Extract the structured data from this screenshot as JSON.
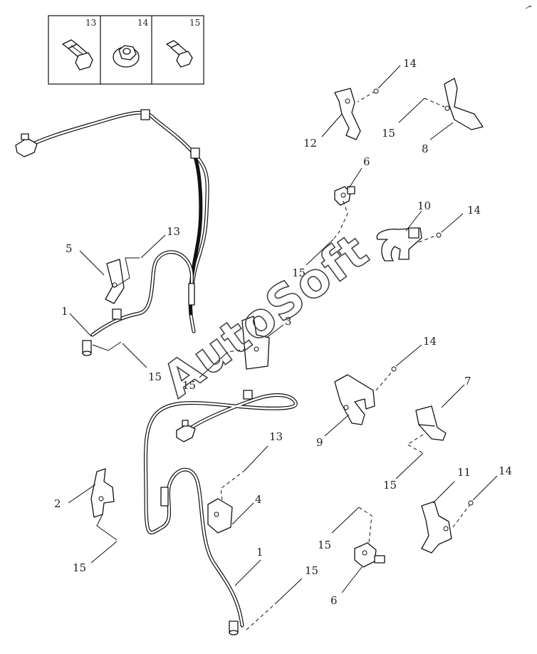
{
  "fastener_panel": {
    "labels": [
      "13",
      "14",
      "15"
    ]
  },
  "callouts": {
    "c1a": "1",
    "c1b": "1",
    "c2": "2",
    "c3": "3",
    "c4": "4",
    "c5": "5",
    "c6a": "6",
    "c6b": "6",
    "c7": "7",
    "c8": "8",
    "c9": "9",
    "c10": "10",
    "c11": "11",
    "c12": "12",
    "c13a": "13",
    "c13b": "13",
    "c14a": "14",
    "c14b": "14",
    "c14c": "14",
    "c14d": "14",
    "c15a": "15",
    "c15b": "15",
    "c15c": "15",
    "c15d": "15",
    "c15e": "15",
    "c15f": "15",
    "c15g": "15",
    "c15h": "15"
  },
  "watermark": {
    "text": "AutoSoft"
  }
}
